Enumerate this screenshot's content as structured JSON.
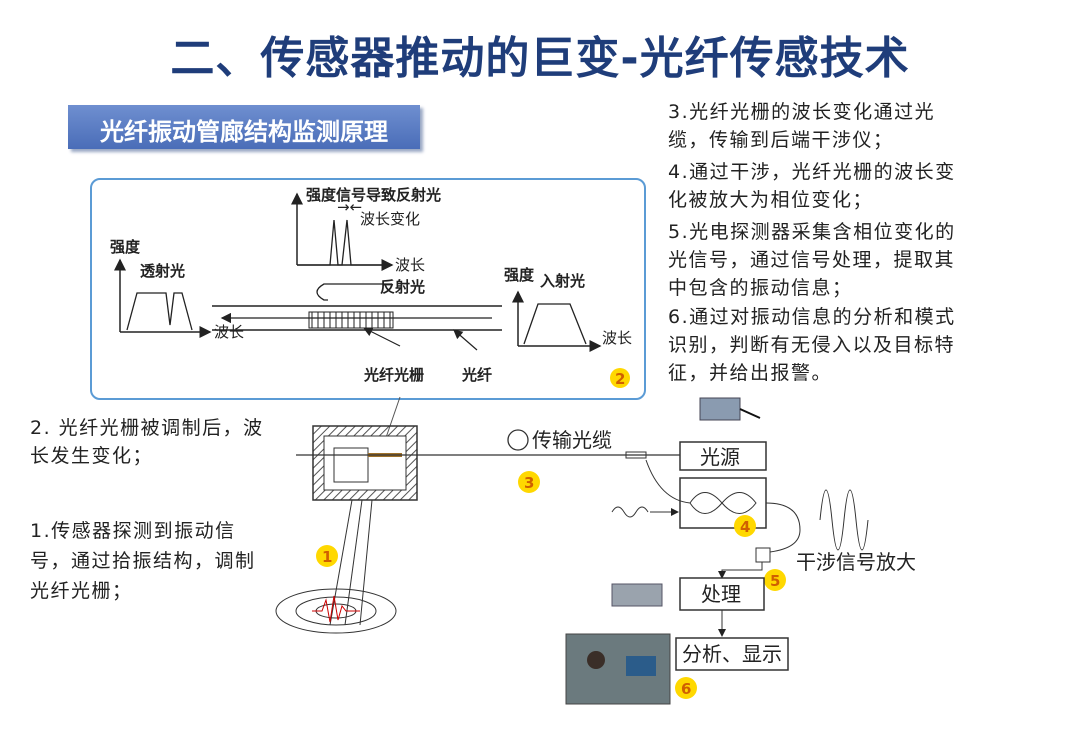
{
  "title": "二、传感器推动的巨变-光纤传感技术",
  "subtitle": "光纤振动管廊结构监测原理",
  "steps": {
    "s1": "1.传感器探测到振动信号，通过拾振结构，调制光纤光栅；",
    "s2": "2.  光纤光栅被调制后，波长发生变化；",
    "s3": "3.光纤光栅的波长变化通过光缆，传输到后端干涉仪；",
    "s4": "4.通过干涉，光纤光栅的波长变化被放大为相位变化；",
    "s5": "5.光电探测器采集含相位变化的光信号，通过信号处理，提取其中包含的振动信息；",
    "s6": "6.通过对振动信息的分析和模式识别，判断有无侵入以及目标特征，并给出报警。"
  },
  "inset": {
    "reflect_title": "强度信号导致反射光",
    "wavelength_change": "波长变化",
    "wavelength": "波长",
    "intensity": "强度",
    "transmitted": "透射光",
    "reflected": "反射光",
    "incident": "入射光",
    "grating": "光纤光栅",
    "fiber": "光纤",
    "badge": "2"
  },
  "system": {
    "cable": "传输光缆",
    "source": "光源",
    "amplify": "干涉信号放大",
    "process": "处理",
    "display": "分析、显示"
  },
  "badges": [
    "1",
    "3",
    "4",
    "5",
    "6"
  ],
  "colors": {
    "title": "#1f3d7a",
    "accent": "#4a6db8",
    "badge": "#ffd800",
    "frame": "#5b9bd5"
  }
}
